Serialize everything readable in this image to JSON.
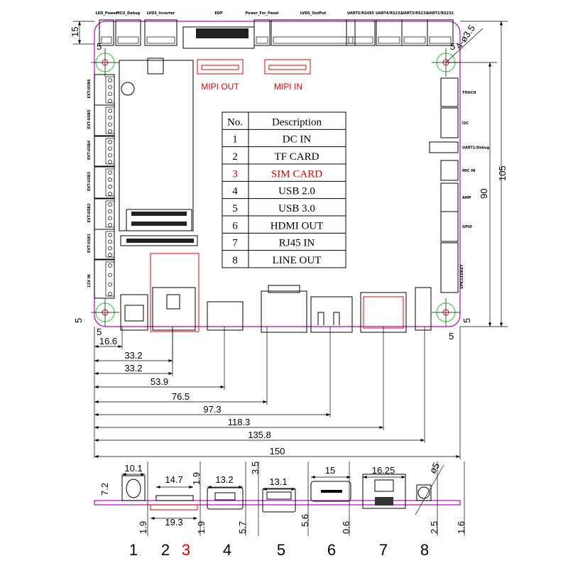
{
  "top_connectors": [
    "LED_Power",
    "MCU_Debug",
    "LVDS_Inverter",
    "EDP",
    "Power_For_Panel",
    "LVDS_OutPut",
    "UART5/RS485",
    "UART4/RS232",
    "UART3/RS232",
    "UART2/RS232"
  ],
  "left_connectors": [
    "EXT-USB6",
    "EXT-USB5",
    "EXT-USB4",
    "EXT-USB3",
    "EXT-USB2",
    "EXT-USB1",
    "12V IN"
  ],
  "right_connectors": [
    "TOUCH",
    "I2C",
    "UART1/Debug",
    "MIC IN",
    "AMP",
    "GPIO",
    "SPK/LEDKEY"
  ],
  "mipi": {
    "out": "MIPI OUT",
    "in": "MIPI IN"
  },
  "table": {
    "headers": [
      "No.",
      "Description"
    ],
    "rows": [
      {
        "no": "1",
        "desc": "DC IN"
      },
      {
        "no": "2",
        "desc": "TF CARD"
      },
      {
        "no": "3",
        "desc": "SIM CARD",
        "color": "#e00000"
      },
      {
        "no": "4",
        "desc": "USB 2.0"
      },
      {
        "no": "5",
        "desc": "USB 3.0"
      },
      {
        "no": "6",
        "desc": "HDMI OUT"
      },
      {
        "no": "7",
        "desc": "RJ45 IN"
      },
      {
        "no": "8",
        "desc": "LINE OUT"
      }
    ]
  },
  "top_dims": {
    "left_15": "15",
    "left_5": "5",
    "right_5": "5",
    "hole": "4-ø3.5",
    "v90": "90",
    "v105": "105",
    "bl_5": "5",
    "bl_5b": "5",
    "br_5": "5",
    "br_5b": "5"
  },
  "bottom_dims": [
    "16.6",
    "33.2",
    "33.2",
    "53.9",
    "76.5",
    "97.3",
    "118.3",
    "135.8",
    "150"
  ],
  "front_dims": {
    "dc_w": "10.1",
    "dc_h": "7.2",
    "tf_w": "14.7",
    "tf_h": "1.9",
    "sim_w": "19.3",
    "sim_h1": "1.9",
    "sim_h2": "1.9",
    "usb2_w": "13.2",
    "usb2_h": "5.7",
    "usb3_top": "3.5",
    "usb3_w": "13.1",
    "usb3_h": "5.6",
    "hdmi_w": "15",
    "hdmi_h": "0.6",
    "rj45_w": "16.25",
    "audio_d": "ø5",
    "audio_h": "2.5",
    "pcb_t": "1.6"
  },
  "front_numbers": [
    {
      "n": "1"
    },
    {
      "n": "2"
    },
    {
      "n": "3",
      "color": "#e00000"
    },
    {
      "n": "4"
    },
    {
      "n": "5"
    },
    {
      "n": "6"
    },
    {
      "n": "7"
    },
    {
      "n": "8"
    }
  ]
}
